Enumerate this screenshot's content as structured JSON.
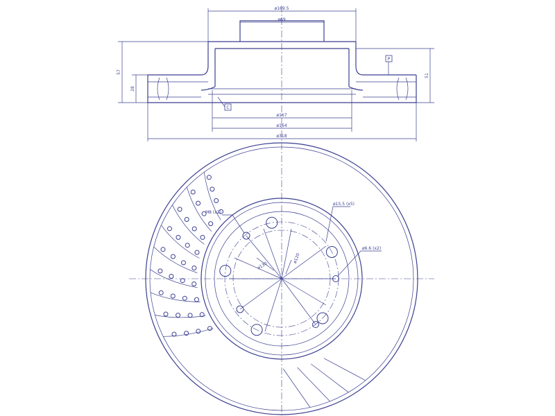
{
  "colors": {
    "line": "#3a3f8f",
    "background": "#ffffff"
  },
  "side_view": {
    "dims": {
      "hat_outer": "ø169.5",
      "center_bore": "ø69",
      "hat_inner_a": "ø167",
      "hat_inner_b": "ø164",
      "overall": "ø318",
      "height_left": "57",
      "thickness": "28",
      "height_right": "51"
    },
    "marks": {
      "c_box": "C",
      "p_box": "P"
    }
  },
  "front_view": {
    "labels": {
      "bolt_note": "M8 (x2)",
      "stud_note": "ø15.5 (x5)",
      "pin_note": "ø6.6 (x2)",
      "pcd_a": "ø130",
      "pcd_b": "ø120"
    }
  }
}
